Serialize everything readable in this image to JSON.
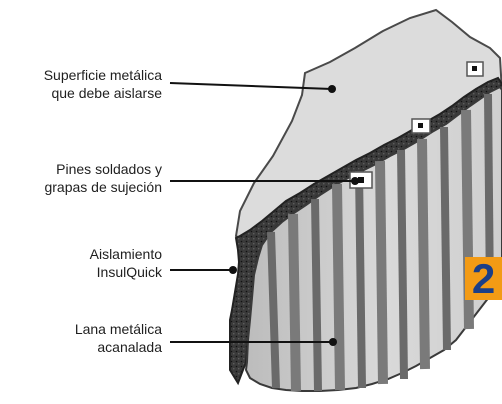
{
  "labels": [
    {
      "line1": "Superficie metálica",
      "line2": "que debe aislarse"
    },
    {
      "line1": "Pines soldados y",
      "line2": "grapas de sujeción"
    },
    {
      "line1": "Aislamiento",
      "line2": "InsulQuick"
    },
    {
      "line1": "Lana metálica",
      "line2": "acanalada"
    }
  ],
  "badge": {
    "text": "2",
    "background": "#f39b15",
    "color": "#1b3f87"
  }
}
